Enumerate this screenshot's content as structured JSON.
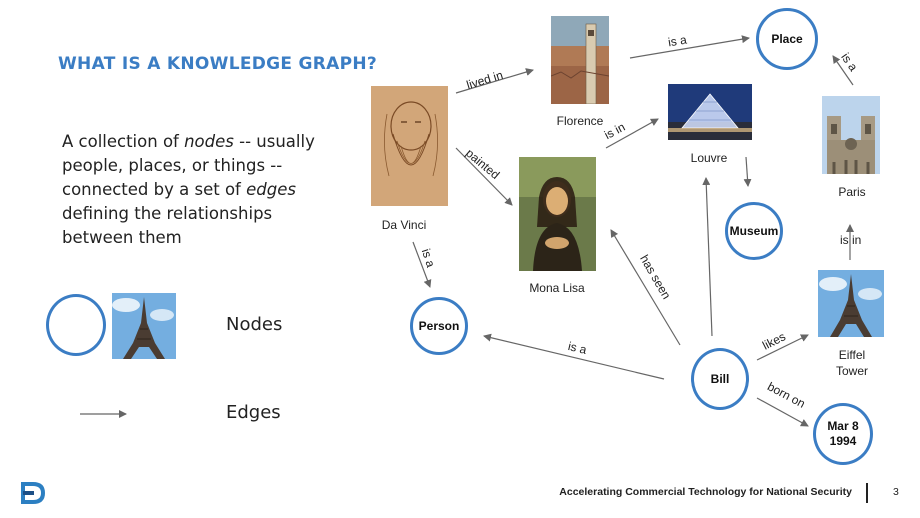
{
  "slide": {
    "title": "WHAT IS A KNOWLEDGE GRAPH?",
    "body": {
      "p1": "A collection of ",
      "nodes_word": "nodes",
      "p2": " -- usually people, places, or things -- connected by a set of ",
      "edges_word": "edges",
      "p3": " defining the relationships between them"
    },
    "legend": {
      "nodes_label": "Nodes",
      "edges_label": "Edges"
    },
    "footer": {
      "tagline": "Accelerating Commercial Technology for National Security",
      "page_number": "3"
    }
  },
  "graph": {
    "nodes": {
      "place": "Place",
      "museum": "Museum",
      "person": "Person",
      "bill": "Bill",
      "date_line1": "Mar 8",
      "date_line2": "1994"
    },
    "captions": {
      "florence": "Florence",
      "louvre": "Louvre",
      "paris": "Paris",
      "da_vinci": "Da Vinci",
      "mona_lisa": "Mona Lisa",
      "eiffel_line1": "Eiffel",
      "eiffel_line2": "Tower"
    },
    "edges": {
      "lived_in": "lived in",
      "is_a_place": "is a",
      "is_a_paris": "is a",
      "is_in_louvre": "is in",
      "painted": "painted",
      "is_a_person": "is a",
      "has_seen": "has seen",
      "is_in_paris": "is in",
      "is_a_bill": "is a",
      "likes": "likes",
      "born_on": "born on"
    }
  },
  "colors": {
    "accent": "#3b7dc4",
    "edge": "#666666"
  },
  "icons": {
    "logo": "company-logo-icon"
  }
}
